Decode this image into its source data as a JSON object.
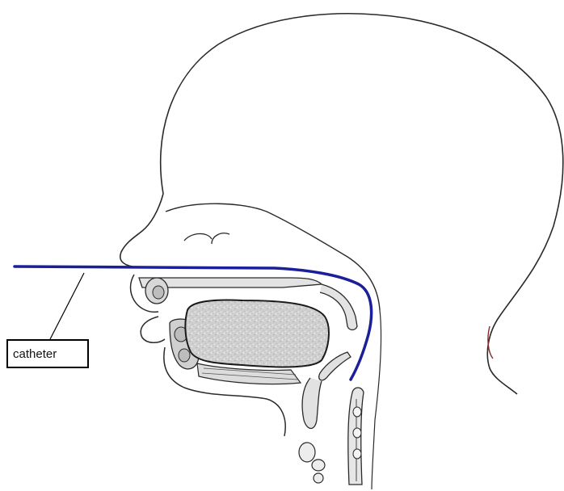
{
  "labels": {
    "catheter": "catheter"
  },
  "colors": {
    "catheter_line": "#1b1f9a",
    "outline": "#2a2a2a",
    "tongue_fill": "#c9c9c9",
    "background": "#ffffff"
  },
  "figure": {
    "subject": "head-sagittal-section",
    "callout_icon": "leader-line"
  }
}
